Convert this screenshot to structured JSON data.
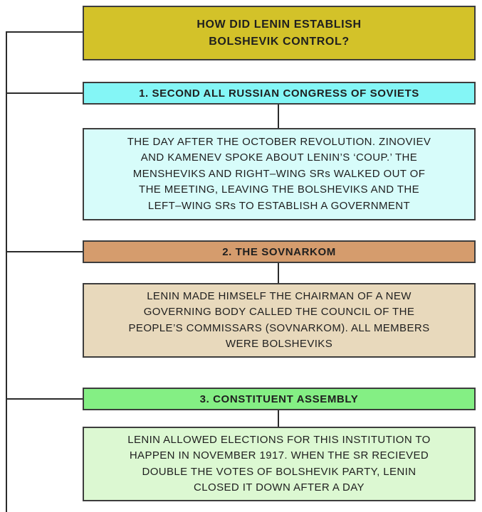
{
  "title": {
    "text": "HOW DID LENIN ESTABLISH\nBOLSHEVIK CONTROL?",
    "bg": "#d3c229"
  },
  "sections": [
    {
      "heading": "1. SECOND ALL RUSSIAN CONGRESS OF SOVIETS",
      "body": "THE DAY AFTER THE OCTOBER REVOLUTION. ZINOVIEV\nAND KAMENEV SPOKE ABOUT LENIN’S ‘COUP.’ THE\nMENSHEVIKS AND RIGHT–WING SRs WALKED OUT OF\nTHE MEETING, LEAVING THE BOLSHEVIKS AND THE\nLEFT–WING SRs TO ESTABLISH A GOVERNMENT",
      "heading_bg": "#84f6f6",
      "body_bg": "#d7fcfa"
    },
    {
      "heading": "2. THE SOVNARKOM",
      "body": "LENIN MADE HIMSELF THE CHAIRMAN OF A NEW\nGOVERNING BODY CALLED THE COUNCIL OF THE\nPEOPLE’S COMMISSARS (SOVNARKOM). ALL MEMBERS\nWERE BOLSHEVIKS",
      "heading_bg": "#d59c6d",
      "body_bg": "#e8d9bc"
    },
    {
      "heading": "3. CONSTITUENT ASSEMBLY",
      "body": "LENIN ALLOWED ELECTIONS FOR THIS INSTITUTION TO\nHAPPEN IN NOVEMBER 1917. WHEN THE SR RECIEVED\nDOUBLE THE VOTES OF BOLSHEVIK PARTY, LENIN\nCLOSED IT DOWN AFTER A DAY",
      "heading_bg": "#84ef84",
      "body_bg": "#dcf8d2"
    }
  ],
  "line_color": "#2b2b2b"
}
